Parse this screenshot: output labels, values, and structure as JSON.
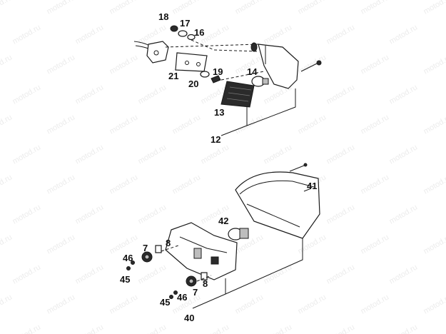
{
  "watermark": "motod.ru",
  "colors": {
    "ink": "#111111",
    "watermark": "#ececec",
    "background": "#ffffff"
  },
  "callouts": {
    "c18": "18",
    "c17": "17",
    "c16": "16",
    "c21": "21",
    "c20": "20",
    "c19": "19",
    "c14": "14",
    "c13": "13",
    "c12": "12",
    "c41": "41",
    "c42": "42",
    "c7a": "7",
    "c8a": "8",
    "c46a": "46",
    "c45a": "45",
    "c8b": "8",
    "c46b": "46",
    "c7b": "7",
    "c45b": "45",
    "c40": "40"
  }
}
